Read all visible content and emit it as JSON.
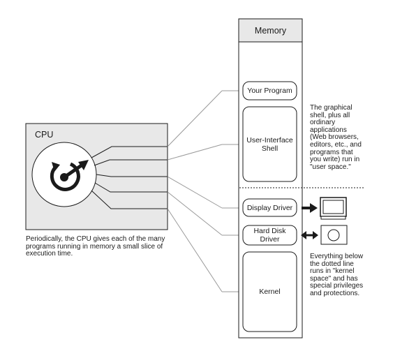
{
  "cpu": {
    "title": "CPU",
    "caption": "Periodically, the CPU gives each of the many programs running in memory a small slice of execution time."
  },
  "memory": {
    "title": "Memory",
    "blocks": [
      {
        "id": "your-program",
        "label": "Your Program"
      },
      {
        "id": "user-interface-shell",
        "label": "User-Interface Shell"
      },
      {
        "id": "display-driver",
        "label": "Display Driver"
      },
      {
        "id": "hard-disk-driver",
        "label": "Hard Disk Driver"
      },
      {
        "id": "kernel",
        "label": "Kernel"
      }
    ]
  },
  "annotations": {
    "user_space": "The graphical shell, plus all ordinary applications (Web browsers, editors, etc., and programs that you write) run in \"user space.\"",
    "kernel_space": "Everything below the dotted line runs in \"kernel space\" and has special privileges and protections."
  },
  "icons": [
    "clock-dial-icon",
    "monitor-icon",
    "hard-disk-icon",
    "right-arrow-icon",
    "double-arrow-icon"
  ],
  "colors": {
    "panel": "#e8e8e8",
    "line": "#999999",
    "dark": "#1a1a1a"
  }
}
